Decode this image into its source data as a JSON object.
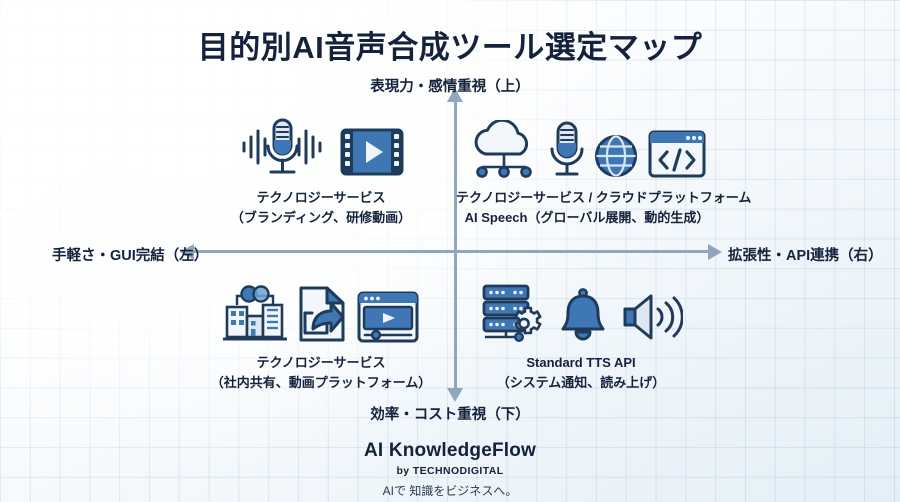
{
  "title": "目的別AI音声合成ツール選定マップ",
  "axes": {
    "top": "表現力・感情重視（上）",
    "bottom": "効率・コスト重視（下）",
    "left": "手軽さ・GUI完結（左）",
    "right": "拡張性・API連携（右）"
  },
  "quadrants": {
    "top_left": {
      "line1": "テクノロジーサービス",
      "line2": "（ブランディング、研修動画）",
      "icons": [
        "microphone-waveform-icon",
        "film-strip-play-icon"
      ]
    },
    "top_right": {
      "line1": "テクノロジーサービス / クラウドプラットフォーム",
      "line2": "AI Speech（グローバル展開、動的生成）",
      "icons": [
        "cloud-network-icon",
        "microphone-icon",
        "globe-icon",
        "code-window-icon"
      ]
    },
    "bottom_left": {
      "line1": "テクノロジーサービス",
      "line2": "（社内共有、動画プラットフォーム）",
      "icons": [
        "office-buildings-network-icon",
        "document-share-icon",
        "video-player-window-icon"
      ]
    },
    "bottom_right": {
      "line1": "Standard TTS API",
      "line2": "（システム通知、読み上げ）",
      "icons": [
        "server-gear-icon",
        "notification-bell-icon",
        "speaker-waves-icon"
      ]
    }
  },
  "footer": {
    "brand": "AI KnowledgeFlow",
    "by_line": "by TECHNODIGITAL",
    "tagline": "AIで 知識をビジネスへ。"
  },
  "colors": {
    "ink": "#14223c",
    "axis": "#8fa6bd",
    "icon_dark": "#1f3b5c",
    "icon_mid": "#3f77b4",
    "icon_light": "#dfe8f0",
    "background_tint": "#e3eff7"
  }
}
